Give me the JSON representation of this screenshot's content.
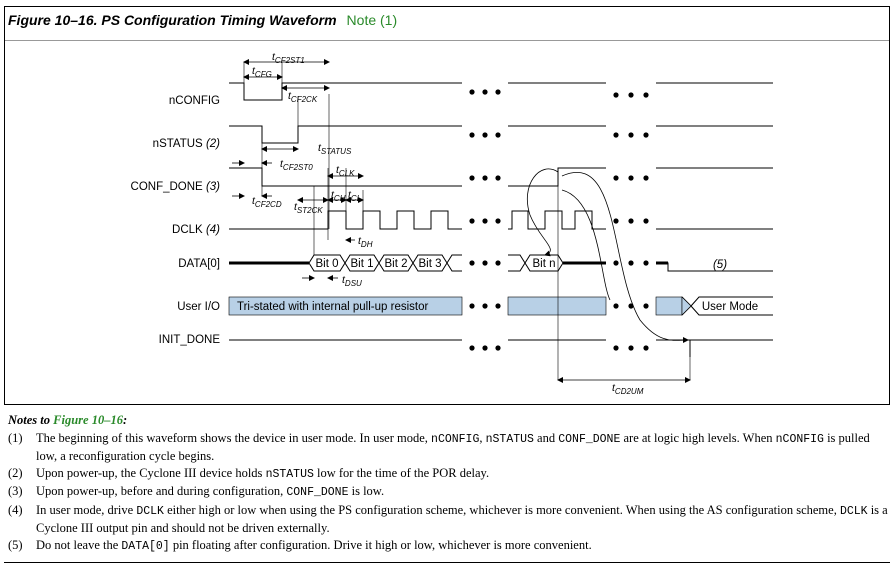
{
  "figure": {
    "title": "Figure 10–16. PS Configuration Timing Waveform",
    "note_ref": "Note (1)"
  },
  "signals": [
    {
      "label": "nCONFIG",
      "note": ""
    },
    {
      "label": "nSTATUS",
      "note": "(2)"
    },
    {
      "label": "CONF_DONE",
      "note": "(3)"
    },
    {
      "label": "DCLK",
      "note": "(4)"
    },
    {
      "label": "DATA[0]",
      "note": ""
    },
    {
      "label": "User I/O",
      "note": ""
    },
    {
      "label": "INIT_DONE",
      "note": ""
    }
  ],
  "timing": {
    "tcfg": "CFG",
    "tcf2st1": "CF2ST1",
    "tcf2ck": "CF2CK",
    "tstatus": "STATUS",
    "tcf2st0": "CF2ST0",
    "tclk": "CLK",
    "tch": "CH",
    "tcl": "CL",
    "tcf2cd": "CF2CD",
    "tst2ck": "ST2CK",
    "tdh": "DH",
    "tdsu": "DSU",
    "tcd2um": "CD2UM"
  },
  "data_bits": [
    "Bit 0",
    "Bit 1",
    "Bit 2",
    "Bit 3",
    "Bit n"
  ],
  "data_note": "(5)",
  "user_io": {
    "tristate_label": "Tri-stated with internal pull-up resistor",
    "user_mode_label": "User Mode"
  },
  "notes": {
    "heading": "Notes to",
    "heading_ref": "Figure 10–16",
    "items": [
      {
        "num": "(1)",
        "parts": [
          {
            "t": "The beginning of this waveform shows the device in user mode. In user mode, "
          },
          {
            "t": "nCONFIG",
            "mono": true
          },
          {
            "t": ", "
          },
          {
            "t": "nSTATUS",
            "mono": true
          },
          {
            "t": " and "
          },
          {
            "t": "CONF_DONE",
            "mono": true
          },
          {
            "t": " are at logic high levels. When "
          },
          {
            "t": "nCONFIG",
            "mono": true
          },
          {
            "t": " is pulled low, a reconfiguration cycle begins."
          }
        ]
      },
      {
        "num": "(2)",
        "parts": [
          {
            "t": "Upon power-up, the Cyclone III device holds "
          },
          {
            "t": "nSTATUS",
            "mono": true
          },
          {
            "t": " low for the time of the POR delay."
          }
        ]
      },
      {
        "num": "(3)",
        "parts": [
          {
            "t": "Upon power-up, before and during configuration, "
          },
          {
            "t": "CONF_DONE",
            "mono": true
          },
          {
            "t": " is low."
          }
        ]
      },
      {
        "num": "(4)",
        "parts": [
          {
            "t": "In user mode, drive "
          },
          {
            "t": "DCLK",
            "mono": true
          },
          {
            "t": " either high or low when using the PS configuration scheme, whichever is more convenient. When using the AS configuration scheme, "
          },
          {
            "t": "DCLK",
            "mono": true
          },
          {
            "t": " is a Cyclone III output pin and should not be driven externally."
          }
        ]
      },
      {
        "num": "(5)",
        "parts": [
          {
            "t": "Do not leave the "
          },
          {
            "t": "DATA[0]",
            "mono": true
          },
          {
            "t": " pin floating after configuration. Drive it high or low, whichever is more convenient."
          }
        ]
      }
    ]
  }
}
